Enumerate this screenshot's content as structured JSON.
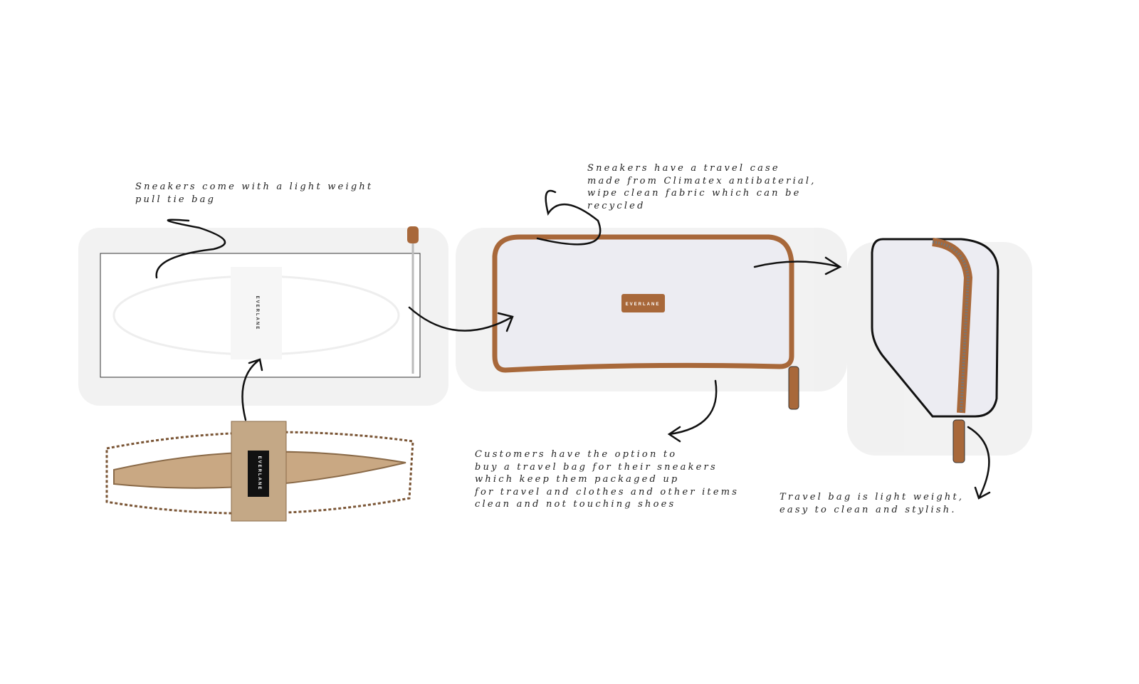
{
  "brand": "EVERLANE",
  "colors": {
    "tan": "#a8683a",
    "case_fill": "#ececf2",
    "ink": "#111111",
    "sand": "#c9a883"
  },
  "notes": {
    "pull_tie_bag": [
      "Sneakers come with a light weight",
      "pull tie bag"
    ],
    "travel_case": [
      "Sneakers have a travel case",
      "made from Climatex antibaterial,",
      "wipe clean fabric which can be",
      "recycled"
    ],
    "option": [
      "Customers have the option to",
      "buy a travel bag for their sneakers",
      "which keep them packaged up",
      "for travel and clothes and other items",
      "clean and not touching shoes"
    ],
    "light_weight": [
      "Travel bag is light weight,",
      "easy to clean and stylish."
    ]
  }
}
